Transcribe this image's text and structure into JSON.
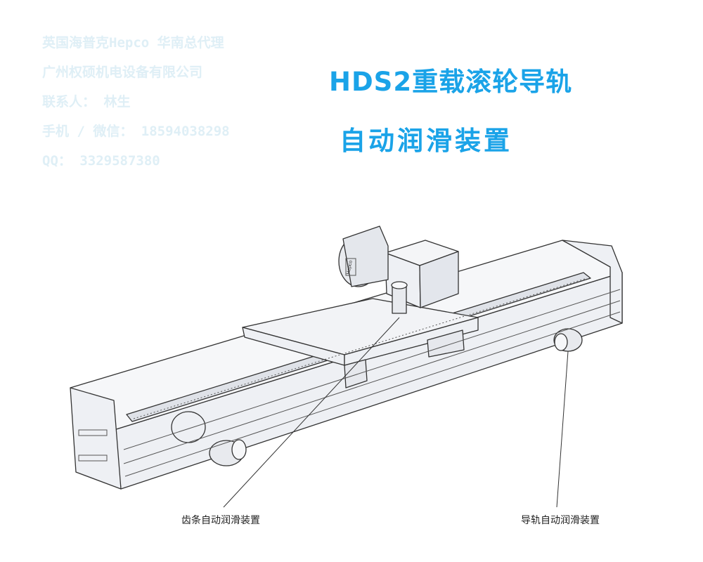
{
  "watermark": {
    "line1": "英国海普克Hepco 华南总代理",
    "line2": "广州权硕机电设备有限公司",
    "line3": "联系人： 林生",
    "line4": "手机 / 微信： 18594038298",
    "line5": "QQ： 3329587380"
  },
  "title": {
    "line1": "HDS2重载滚轮导轨",
    "line2": "自动润滑装置"
  },
  "motor_label": "Hepco",
  "callouts": {
    "rack": "齿条自动润滑装置",
    "rail": "导轨自动润滑装置"
  },
  "colors": {
    "title": "#1aa3e8",
    "watermark": "#dfeff6",
    "line": "#333333",
    "body": "#eef0f4"
  }
}
